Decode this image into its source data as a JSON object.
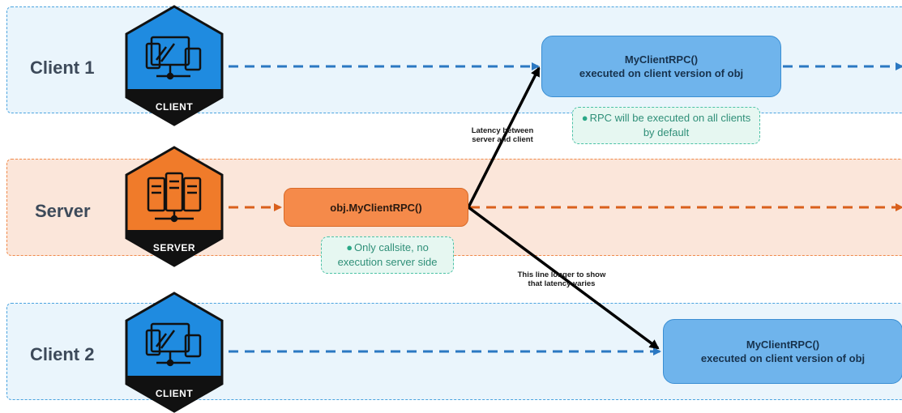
{
  "lanes": {
    "client1": {
      "label": "Client 1",
      "badge": "CLIENT"
    },
    "server": {
      "label": "Server",
      "badge": "SERVER"
    },
    "client2": {
      "label": "Client 2",
      "badge": "CLIENT"
    }
  },
  "boxes": {
    "client1_rpc": {
      "line1": "MyClientRPC()",
      "line2": "executed on client version of obj"
    },
    "server_call": {
      "line1": "obj.MyClientRPC()"
    },
    "client2_rpc": {
      "line1": "MyClientRPC()",
      "line2": "executed on client version of obj"
    }
  },
  "notes": {
    "client_note": "RPC will be executed on all clients by default",
    "server_note": "Only callsite, no execution server side"
  },
  "labels": {
    "latency": "Latency between server and client",
    "latency_varies": "This line longer to show that latency varies"
  },
  "icons": {
    "client": "devices-network-icon",
    "server": "server-rack-icon",
    "bulb": "lightbulb-icon"
  },
  "colors": {
    "client_lane_bg": "#eaf5fc",
    "client_lane_border": "#4aa3df",
    "server_lane_bg": "#fbe6da",
    "server_lane_border": "#f08a4b",
    "client_hex": "#1f8be0",
    "server_hex": "#f07b2a",
    "client_arrow": "#2b78c2",
    "server_arrow": "#d9601c",
    "note_border": "#4cc2a6"
  }
}
